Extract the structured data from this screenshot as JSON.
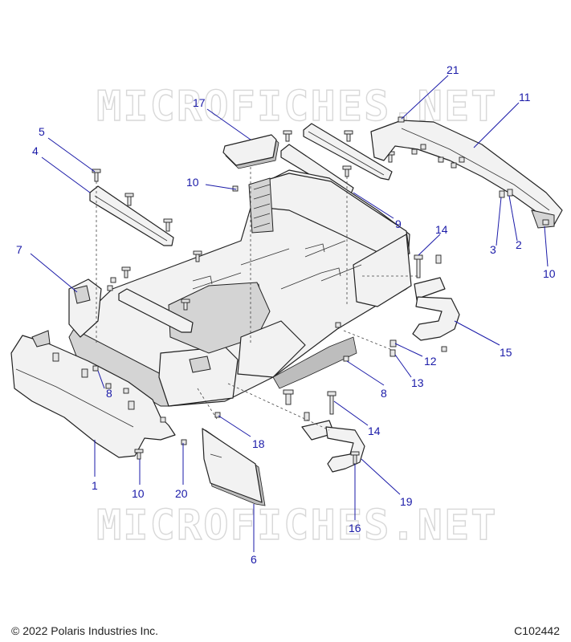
{
  "watermark": "MICROFICHES.NET",
  "footer": {
    "copyright": "© 2022 Polaris Industries Inc.",
    "drawing_id": "C102442"
  },
  "callouts": [
    "21",
    "11",
    "17",
    "5",
    "4",
    "10",
    "9",
    "7",
    "14",
    "3",
    "2",
    "10",
    "15",
    "12",
    "8",
    "13",
    "8",
    "14",
    "1",
    "10",
    "20",
    "18",
    "19",
    "16",
    "6"
  ],
  "colors": {
    "callout": "#1a1aa8",
    "line": "#222222",
    "watermark": "#d8d8d8"
  }
}
